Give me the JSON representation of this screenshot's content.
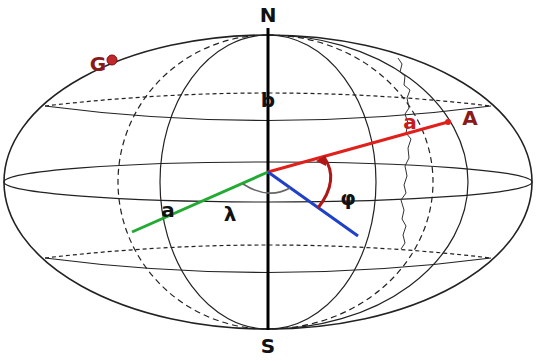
{
  "diagram": {
    "labels": [
      "N",
      "G",
      "b",
      "a",
      "A",
      "a",
      "λ",
      "φ",
      "S"
    ]
  }
}
